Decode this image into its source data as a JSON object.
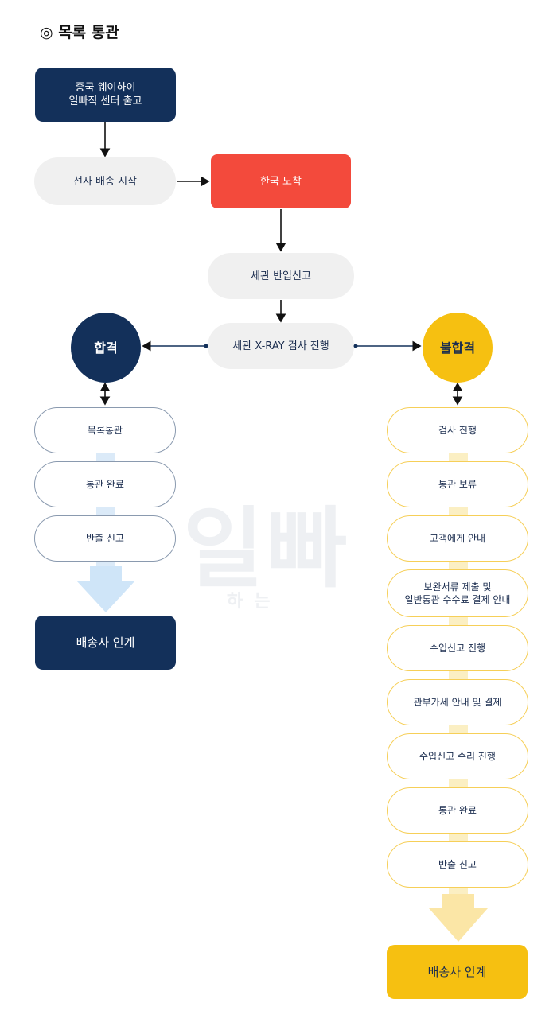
{
  "title": "◎ 목록 통관",
  "watermark": {
    "main": "일빠",
    "sub": "하는"
  },
  "top": {
    "origin": [
      "중국 웨이하이",
      "일빠직 센터 출고"
    ],
    "ship_start": "선사 배송 시작",
    "arrive_korea": "한국 도착",
    "customs_import": "세관 반입신고",
    "xray": "세관 X-RAY 검사 진행"
  },
  "pass": {
    "label": "합격",
    "steps": [
      "목록통관",
      "통관 완료",
      "반출 신고"
    ],
    "final": "배송사 인계"
  },
  "fail": {
    "label": "불합격",
    "steps": [
      "검사 진행",
      "통관 보류",
      "고객에게 안내",
      "보완서류 제출 및\n일반통관 수수료 결제 안내",
      "수입신고 진행",
      "관부가세 안내 및 결제",
      "수입신고 수리 진행",
      "통관 완료",
      "반출 신고"
    ],
    "final": "배송사 인계"
  },
  "colors": {
    "navy": "#13305a",
    "red": "#f34a3c",
    "yellow": "#f6c011",
    "grey": "#f0f0f0"
  }
}
